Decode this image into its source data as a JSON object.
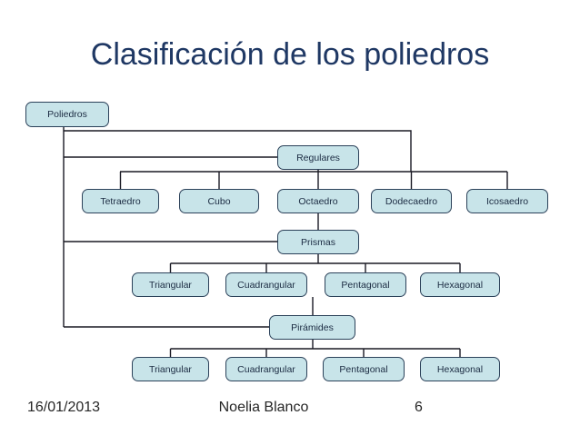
{
  "slide": {
    "title": "Clasificación de los poliedros",
    "footer": {
      "date": "16/01/2013",
      "author": "Noelia Blanco",
      "page_number": "6"
    },
    "colors": {
      "title_text": "#1f3864",
      "box_fill": "#c8e4e9",
      "box_border": "#2b4159",
      "connector_line": "#1a1a24",
      "background": "#ffffff"
    }
  },
  "diagram": {
    "nodes": [
      {
        "id": "poliedros",
        "label": "Poliedros"
      },
      {
        "id": "regulares",
        "label": "Regulares"
      },
      {
        "id": "tetraedro",
        "label": "Tetraedro"
      },
      {
        "id": "cubo",
        "label": "Cubo"
      },
      {
        "id": "octaedro",
        "label": "Octaedro"
      },
      {
        "id": "dodecaedro",
        "label": "Dodecaedro"
      },
      {
        "id": "icosaedro",
        "label": "Icosaedro"
      },
      {
        "id": "prismas",
        "label": "Prismas"
      },
      {
        "id": "prisma-triangular",
        "label": "Triangular"
      },
      {
        "id": "prisma-cuadrangular",
        "label": "Cuadrangular"
      },
      {
        "id": "prisma-pentagonal",
        "label": "Pentagonal"
      },
      {
        "id": "prisma-hexagonal",
        "label": "Hexagonal"
      },
      {
        "id": "piramides",
        "label": "Pirámides"
      },
      {
        "id": "piramide-triangular",
        "label": "Triangular"
      },
      {
        "id": "piramide-cuadrangular",
        "label": "Cuadrangular"
      },
      {
        "id": "piramide-pentagonal",
        "label": "Pentagonal"
      },
      {
        "id": "piramide-hexagonal",
        "label": "Hexagonal"
      }
    ],
    "hierarchy": {
      "Poliedros": [
        "Regulares",
        "Prismas",
        "Pirámides"
      ],
      "Regulares": [
        "Tetraedro",
        "Cubo",
        "Octaedro",
        "Dodecaedro",
        "Icosaedro"
      ],
      "Prismas": [
        "Triangular",
        "Cuadrangular",
        "Pentagonal",
        "Hexagonal"
      ],
      "Pirámides": [
        "Triangular",
        "Cuadrangular",
        "Pentagonal",
        "Hexagonal"
      ]
    }
  }
}
